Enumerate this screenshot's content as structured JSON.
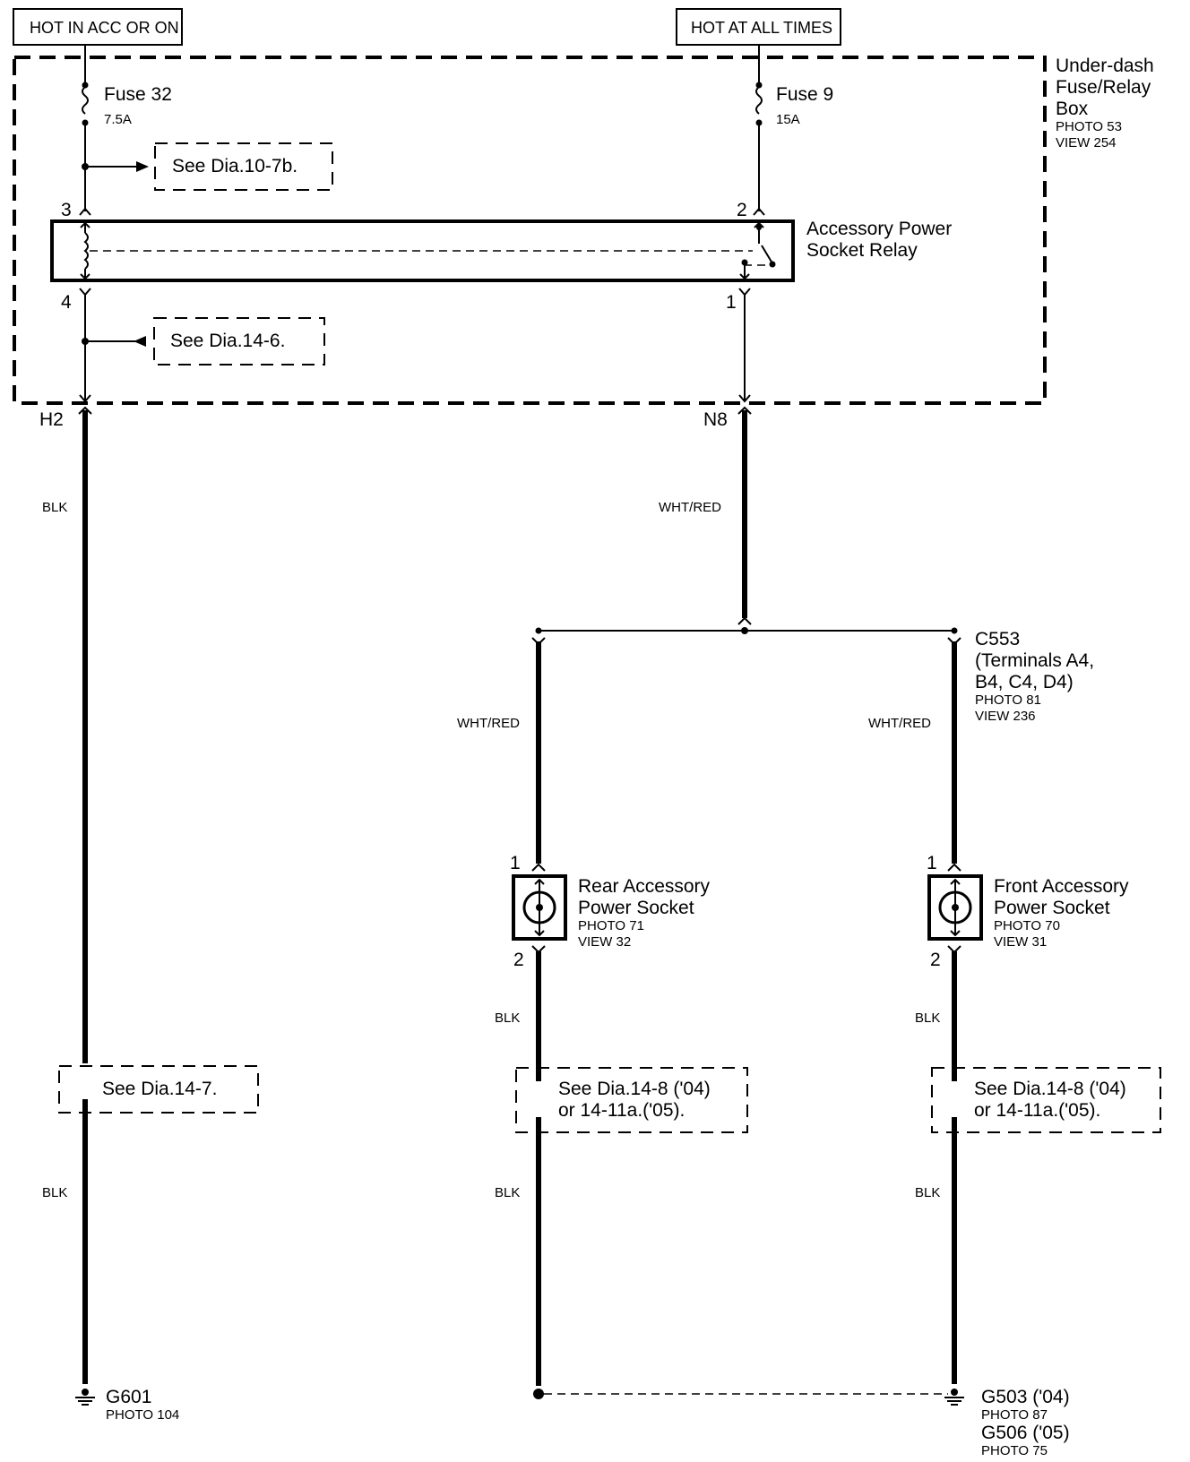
{
  "power_labels": {
    "hot_acc_on": "HOT IN ACC OR ON",
    "hot_all_times": "HOT AT ALL TIMES"
  },
  "fuse_box": {
    "title_line1": "Under-dash",
    "title_line2": "Fuse/Relay",
    "title_line3": "Box",
    "photo": "PHOTO 53",
    "view": "VIEW 254"
  },
  "fuses": [
    {
      "name": "Fuse 32",
      "rating": "7.5A"
    },
    {
      "name": "Fuse 9",
      "rating": "15A"
    }
  ],
  "relay": {
    "line1": "Accessory Power",
    "line2": "Socket Relay",
    "pins": {
      "p3": "3",
      "p4": "4",
      "p2": "2",
      "p1": "1"
    }
  },
  "references": {
    "dia_10_7b": "See Dia.10-7b.",
    "dia_14_6": "See Dia.14-6.",
    "dia_14_7": "See Dia.14-7.",
    "dia_14_8_rear_line1": "See Dia.14-8 ('04)",
    "dia_14_8_rear_line2": "or 14-11a.('05).",
    "dia_14_8_front_line1": "See Dia.14-8 ('04)",
    "dia_14_8_front_line2": "or 14-11a.('05)."
  },
  "connectors": {
    "h2": "H2",
    "n8": "N8",
    "c553_line1": "C553",
    "c553_line2": "(Terminals A4,",
    "c553_line3": "B4, C4, D4)",
    "c553_photo": "PHOTO 81",
    "c553_view": "VIEW 236"
  },
  "wire_colors": {
    "blk": "BLK",
    "wht_red": "WHT/RED"
  },
  "rear_socket": {
    "line1": "Rear Accessory",
    "line2": "Power Socket",
    "photo": "PHOTO 71",
    "view": "VIEW 32",
    "pin1": "1",
    "pin2": "2"
  },
  "front_socket": {
    "line1": "Front Accessory",
    "line2": "Power Socket",
    "photo": "PHOTO 70",
    "view": "VIEW 31",
    "pin1": "1",
    "pin2": "2"
  },
  "grounds": {
    "g601": "G601",
    "g601_photo": "PHOTO 104",
    "g503": "G503 ('04)",
    "g503_photo": "PHOTO 87",
    "g506": "G506 ('05)",
    "g506_photo": "PHOTO 75"
  }
}
